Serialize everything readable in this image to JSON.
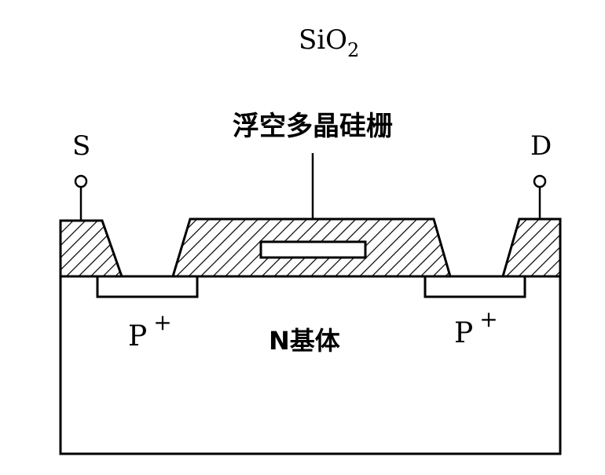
{
  "labels": {
    "oxide_main": "SiO",
    "oxide_sub": "2",
    "gate": "浮空多晶硅栅",
    "source": "S",
    "drain": "D",
    "p_left": "P",
    "p_left_sup": "+",
    "p_right": "P",
    "p_right_sup": "+",
    "substrate": "N基体"
  }
}
